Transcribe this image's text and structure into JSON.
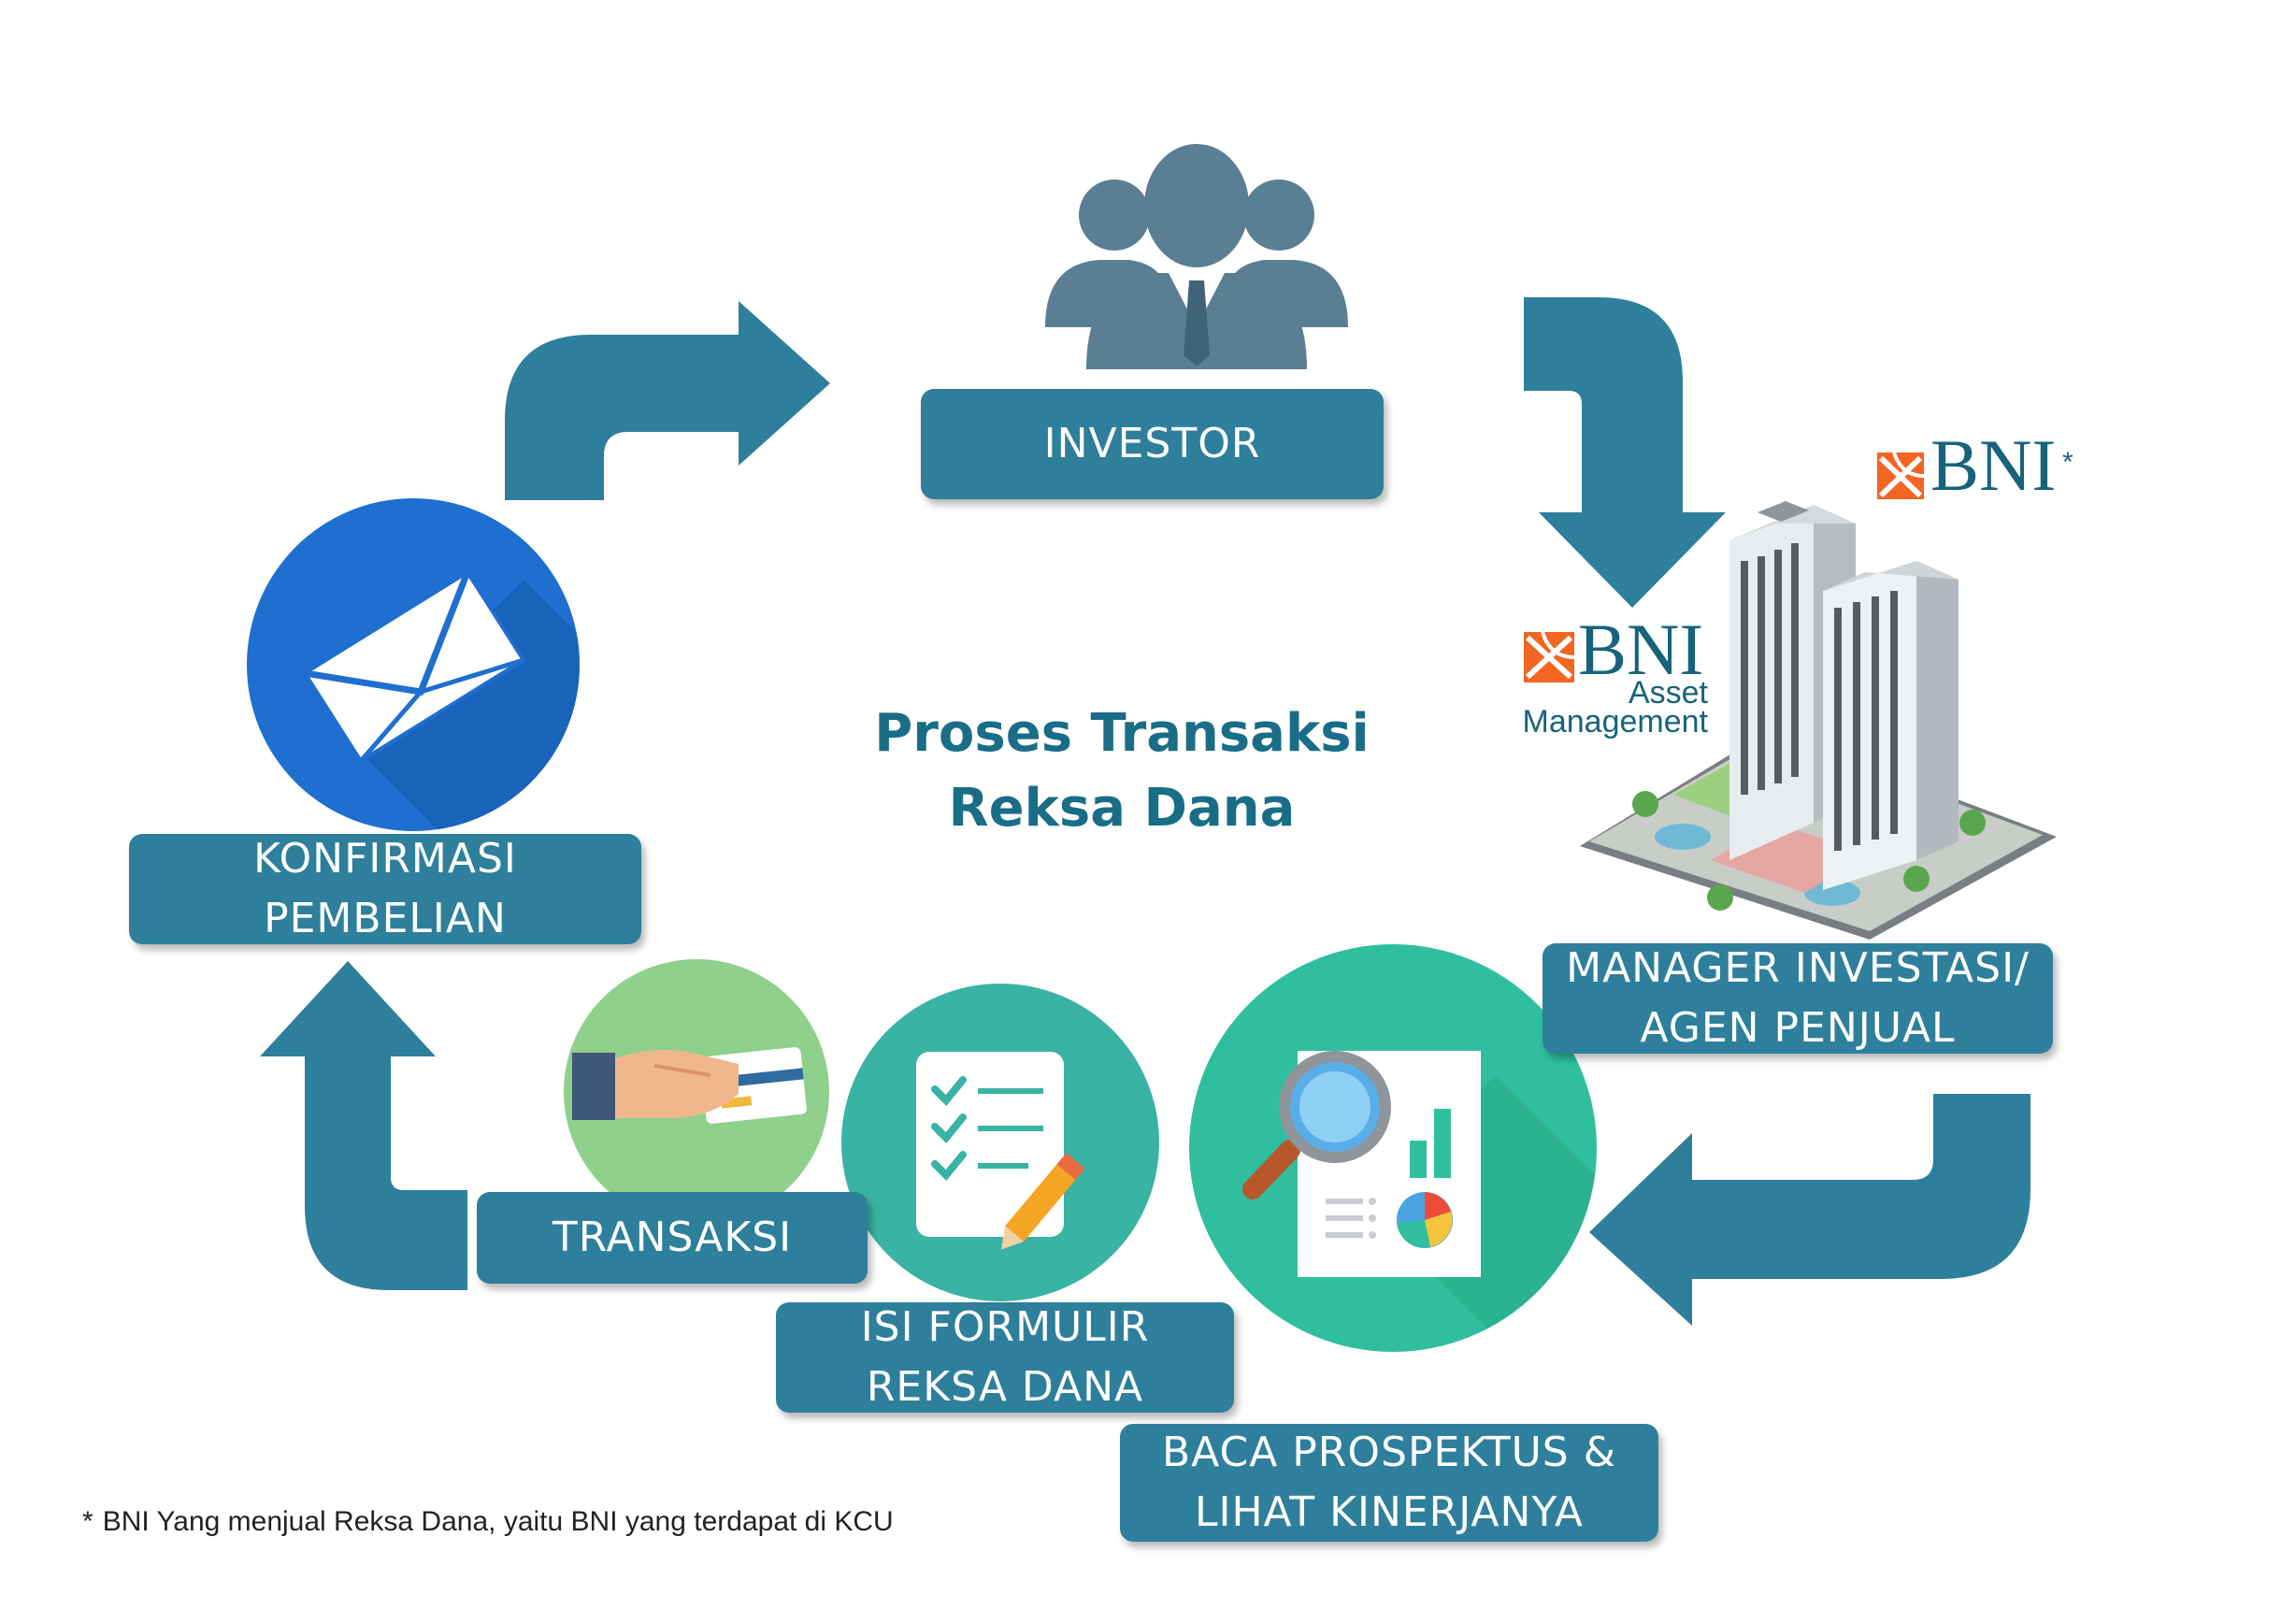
{
  "title": {
    "line1": "Proses Transaksi",
    "line2": "Reksa Dana"
  },
  "nodes": {
    "investor": "INVESTOR",
    "manager": {
      "line1": "MANAGER INVESTASI/",
      "line2": "AGEN PENJUAL"
    },
    "baca": {
      "line1": "BACA PROSPEKTUS &",
      "line2": "LIHAT KINERJANYA"
    },
    "formulir": {
      "line1": "ISI FORMULIR",
      "line2": "REKSA DANA"
    },
    "transaksi": "TRANSAKSI",
    "konfirmasi": {
      "line1": "KONFIRMASI",
      "line2": "PEMBELIAN"
    }
  },
  "logos": {
    "bni_top": "BNI",
    "bni_top_mark": "*",
    "bni_am": "BNI",
    "bni_am_asset": "Asset",
    "bni_am_management": "Management"
  },
  "footnote": {
    "mark": "*",
    "text": "BNI Yang menjual Reksa Dana, yaitu BNI yang terdapat di KCU"
  },
  "icons": [
    "investor-group-icon",
    "building-icon",
    "envelope-icon",
    "card-payment-icon",
    "checklist-form-icon",
    "prospectus-report-icon"
  ],
  "colors": {
    "label_bg": "#2e7f9c",
    "arrow": "#2e7f9c",
    "title": "#1a6d86",
    "investor_icon": "#5a7f95",
    "envelope_circle": "#1e6fd0",
    "card_circle": "#8ed08c",
    "form_circle": "#39b3a3",
    "report_circle": "#2fbf9e",
    "bni_orange": "#f26522",
    "bni_text": "#17637c"
  }
}
